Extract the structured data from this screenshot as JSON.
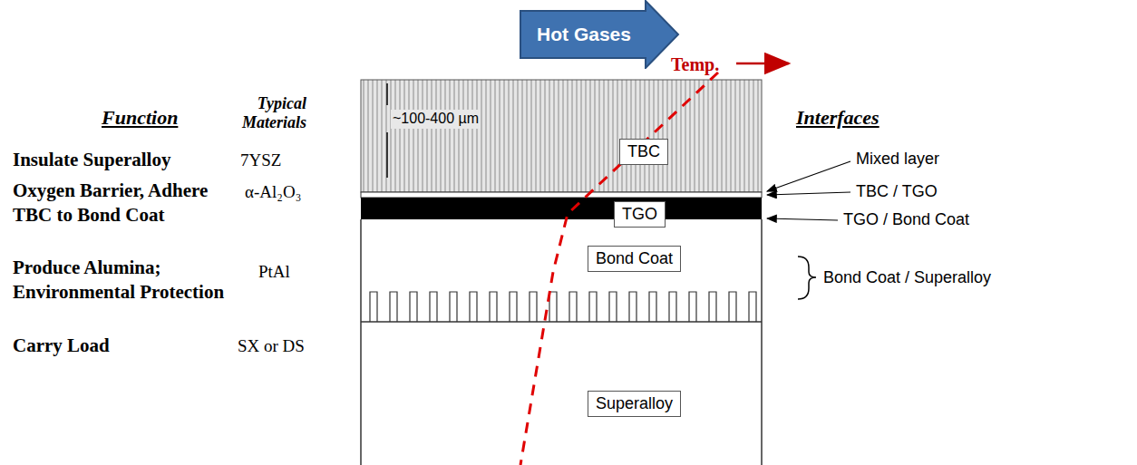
{
  "diagram": {
    "nodes": [
      {
        "text": [
          "Hot Gases"
        ]
      },
      {
        "text": [
          "TBC"
        ]
      },
      {
        "text": [
          "TGO"
        ]
      },
      {
        "text": [
          "Bond Coat"
        ]
      },
      {
        "text": [
          "Superalloy"
        ]
      }
    ],
    "labels": [
      "Function",
      "Typical Materials",
      "Temp.",
      "Interfaces",
      "~100-400 µm",
      "Insulate Superalloy",
      "7YSZ",
      "Mixed layer",
      "TBC / TGO",
      "Oxygen Barrier, Adhere TBC to Bond Coat",
      "α-Al₂O₃",
      "TGO / Bond Coat",
      "Produce Alumina; Environmental Protection",
      "PtAl",
      "Bond Coat / Superalloy",
      "Carry Load",
      "SX or DS"
    ]
  }
}
